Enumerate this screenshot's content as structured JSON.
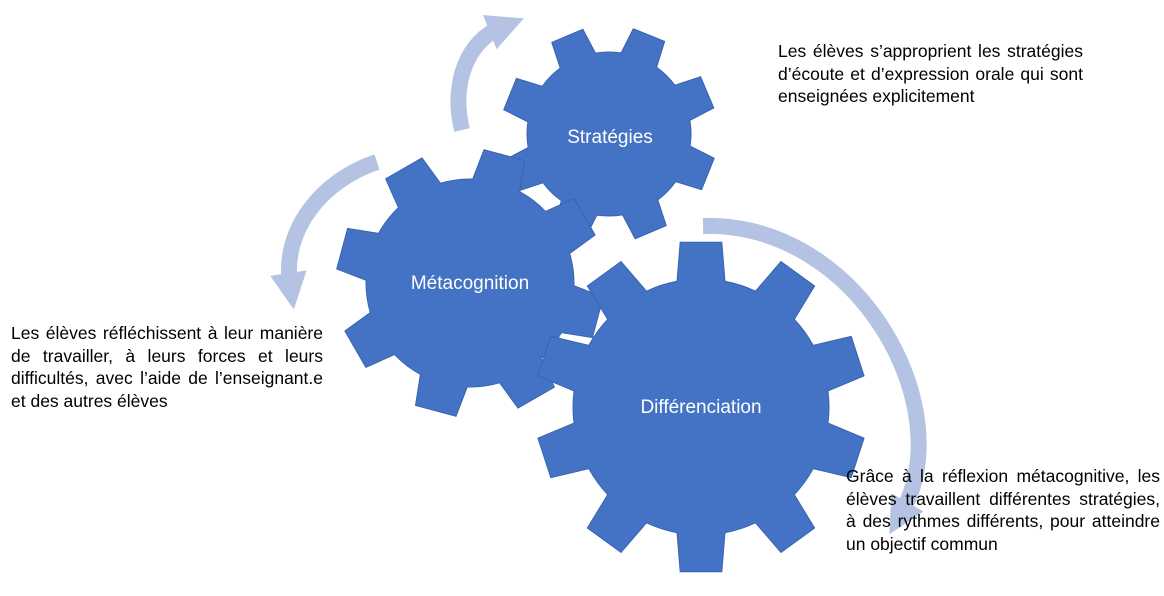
{
  "colors": {
    "gear": "#4472C4",
    "gear_outline": "#3864B0",
    "arrow": "#B4C3E3",
    "label": "#FFFFFF"
  },
  "gears": {
    "strategies": {
      "label": "Stratégies"
    },
    "metacognition": {
      "label": "Métacognition"
    },
    "differenciation": {
      "label": "Différenciation"
    }
  },
  "captions": {
    "strategies": "Les élèves s’approprient les stratégies d’écoute et d’expression orale qui sont enseignées explicitement",
    "metacognition": "Les élèves réfléchissent à leur manière de travailler, à leurs forces et leurs difficultés, avec l’aide de l’enseignant.e et des autres élèves",
    "differenciation": "Grâce à la réflexion métacognitive, les élèves travaillent différentes stratégies, à des rythmes différents, pour atteindre un objectif commun"
  }
}
